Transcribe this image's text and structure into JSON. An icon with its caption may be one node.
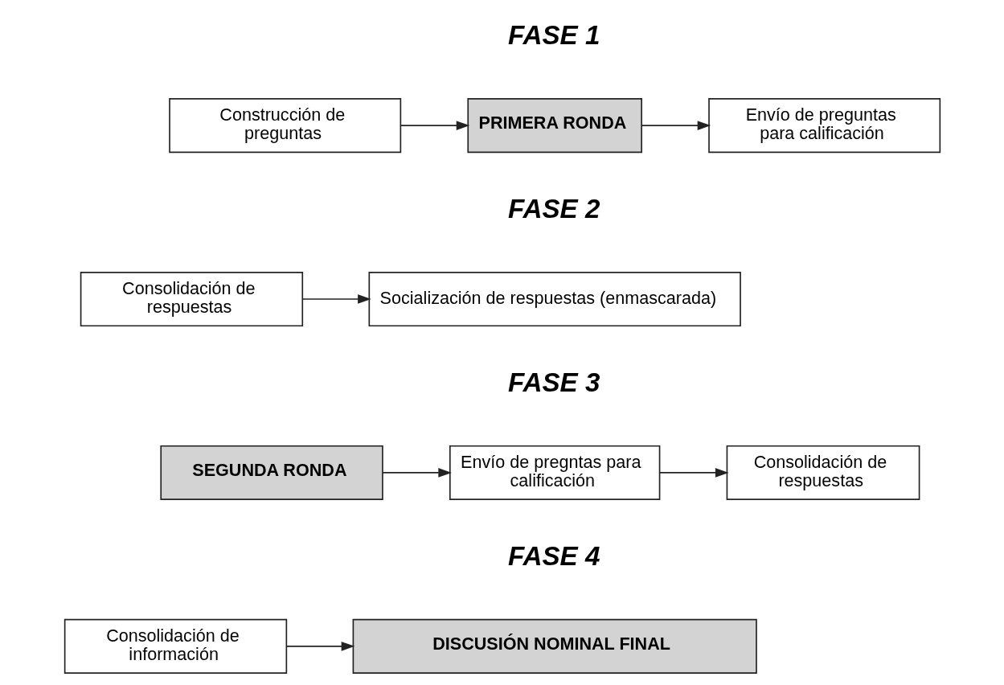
{
  "diagram": {
    "nodes": [
      {
        "text": [
          "Construcción de preguntas"
        ]
      },
      {
        "text": [
          "PRIMERA RONDA"
        ]
      },
      {
        "text": [
          "Envío de preguntas para calificación"
        ]
      },
      {
        "text": [
          "Consolidación de respuestas"
        ]
      },
      {
        "text": [
          "Socialización de respuestas (enmascarada)"
        ]
      },
      {
        "text": [
          "SEGUNDA RONDA"
        ]
      },
      {
        "text": [
          "Envío de pregntas para calificación"
        ]
      },
      {
        "text": [
          "Consolidación de respuestas"
        ]
      },
      {
        "text": [
          "Consolidación de información"
        ]
      },
      {
        "text": [
          "DISCUSIÓN NOMINAL FINAL"
        ]
      }
    ],
    "edges": [
      {
        "from": 0,
        "to": 1,
        "arrow": "to"
      },
      {
        "from": 1,
        "to": 2,
        "arrow": "to"
      },
      {
        "from": 3,
        "to": 4,
        "arrow": "to"
      },
      {
        "from": 5,
        "to": 6,
        "arrow": "to"
      },
      {
        "from": 6,
        "to": 7,
        "arrow": "to"
      },
      {
        "from": 8,
        "to": 9,
        "arrow": "to"
      }
    ],
    "labels": [
      "FASE 1",
      "FASE 2",
      "FASE 3",
      "FASE 4"
    ]
  }
}
